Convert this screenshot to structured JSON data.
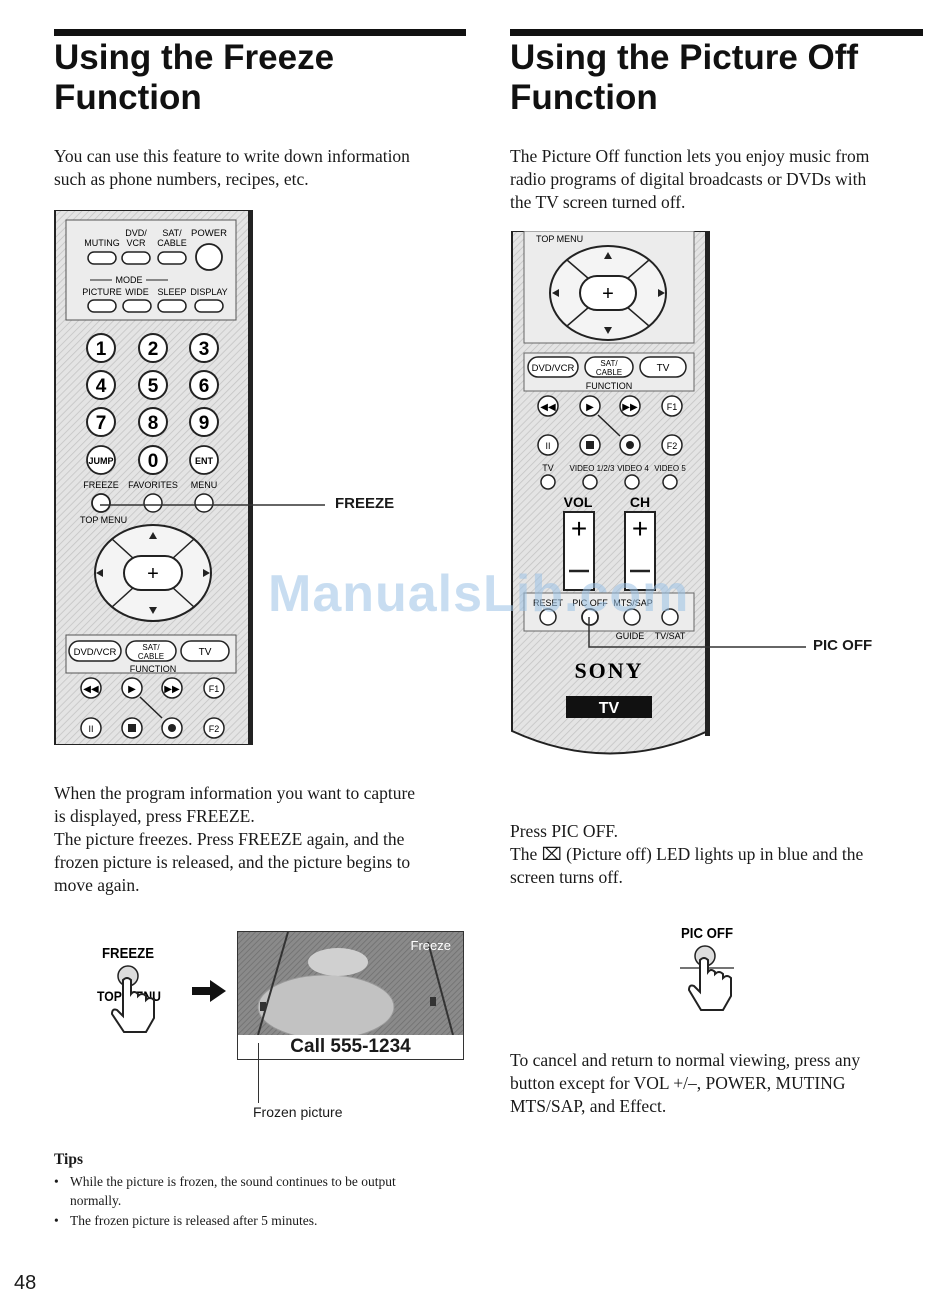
{
  "left": {
    "title_line1": "Using the Freeze",
    "title_line2": "Function",
    "intro_line1": "You can use this feature to write down information",
    "intro_line2": "such as phone numbers, recipes, etc.",
    "callout_freeze": "FREEZE",
    "body_line1": "When the program information you want to capture",
    "body_line2": "is displayed, press FREEZE.",
    "body_line3": "The picture freezes. Press FREEZE again, and the",
    "body_line4": "frozen picture is released, and the picture begins to",
    "body_line5": "move again.",
    "illus_freeze_label": "FREEZE",
    "illus_topmenu_label": "TOP MENU",
    "screen_badge": "Freeze",
    "screen_caption": "Call 555-1234",
    "frozen_picture_label": "Frozen picture",
    "tips_title": "Tips",
    "tip1_line1": "While the picture is frozen, the sound continues to be output",
    "tip1_line2": "normally.",
    "tip2": "The frozen picture is released after 5 minutes."
  },
  "right": {
    "title_line1": "Using the Picture Off",
    "title_line2": "Function",
    "intro_line1": "The Picture Off function lets you enjoy music from",
    "intro_line2": "radio programs of digital broadcasts or DVDs with",
    "intro_line3": "the TV screen turned off.",
    "callout_picoff": "PIC OFF",
    "press_line": "Press PIC OFF.",
    "led_line1": "The ⌧ (Picture off) LED lights up in blue and the",
    "led_line2": "screen turns off.",
    "illus_picoff_label": "PIC OFF",
    "cancel_line1": "To cancel and return to normal viewing, press any",
    "cancel_line2": "button except for VOL +/–, POWER, MUTING",
    "cancel_line3": "MTS/SAP, and Effect."
  },
  "remote_left": {
    "top_labels": [
      "DVD/",
      "SAT/",
      "POWER"
    ],
    "row1_labels": [
      "MUTING",
      "VCR",
      "CABLE"
    ],
    "mode_label": "MODE",
    "row2_labels": [
      "PICTURE",
      "WIDE",
      "SLEEP",
      "DISPLAY"
    ],
    "digits": [
      "1",
      "2",
      "3",
      "4",
      "5",
      "6",
      "7",
      "8",
      "9"
    ],
    "jump": "JUMP",
    "zero": "0",
    "ent": "ENT",
    "row3_labels": [
      "FREEZE",
      "FAVORITES",
      "MENU"
    ],
    "top_menu": "TOP MENU",
    "src_dvdvcr": "DVD/VCR",
    "src_sat": "SAT/",
    "src_cable": "CABLE",
    "src_tv": "TV",
    "function_label": "FUNCTION",
    "f1": "F1",
    "f2": "F2"
  },
  "remote_right": {
    "top_menu": "TOP MENU",
    "src_dvdvcr": "DVD/VCR",
    "src_sat": "SAT/",
    "src_cable": "CABLE",
    "src_tv": "TV",
    "function_label": "FUNCTION",
    "f1": "F1",
    "f2": "F2",
    "video_labels": [
      "TV",
      "VIDEO 1/2/3",
      "VIDEO 4",
      "VIDEO 5"
    ],
    "vol": "VOL",
    "ch": "CH",
    "bottom_labels": [
      "RESET",
      "PIC OFF",
      "MTS/SAP"
    ],
    "guide": "GUIDE",
    "tvsat": "TV/SAT",
    "brand": "SONY",
    "tv_badge": "TV"
  },
  "watermark": "ManualsLib.com",
  "page_number": "48"
}
